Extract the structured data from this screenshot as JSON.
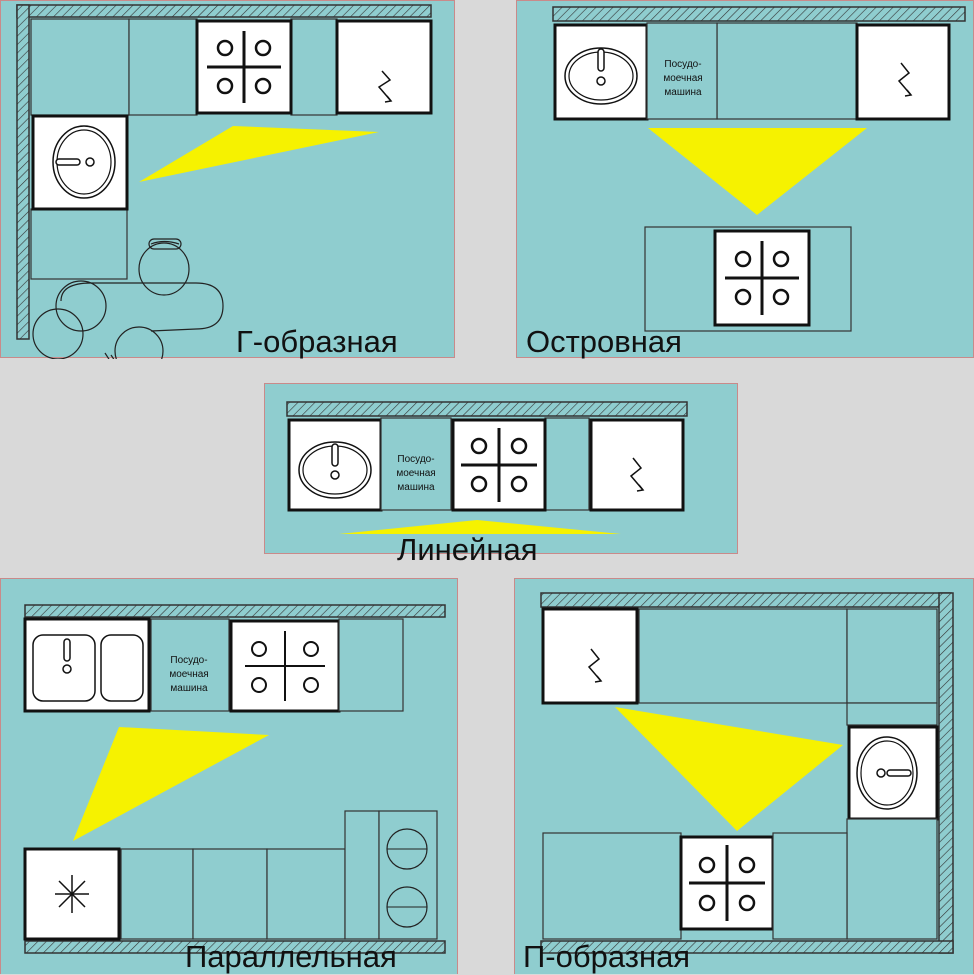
{
  "layouts": {
    "l_shape": {
      "caption": "Г-образная"
    },
    "island": {
      "caption": "Островная",
      "dishwasher_lines": [
        "Посудо-",
        "моечная",
        "машина"
      ]
    },
    "linear": {
      "caption": "Линейная",
      "dishwasher_lines": [
        "Посудо-",
        "моечная",
        "машина"
      ]
    },
    "parallel": {
      "caption": "Параллельная",
      "dishwasher_lines": [
        "Посудо-",
        "моечная",
        "машина"
      ]
    },
    "u_shape": {
      "caption": "П-образная"
    }
  },
  "colors": {
    "page_background": "#d9d9d9",
    "floor": "#8fcdcf",
    "cabinet": "#8fcdcf",
    "appliance": "#ffffff",
    "work_triangle": "#f6f200",
    "panel_border": "#c98a8a"
  },
  "icons": [
    "sink-icon",
    "double-sink-icon",
    "stove-icon",
    "refrigerator-icon",
    "freezer-icon",
    "dining-table-icon"
  ]
}
